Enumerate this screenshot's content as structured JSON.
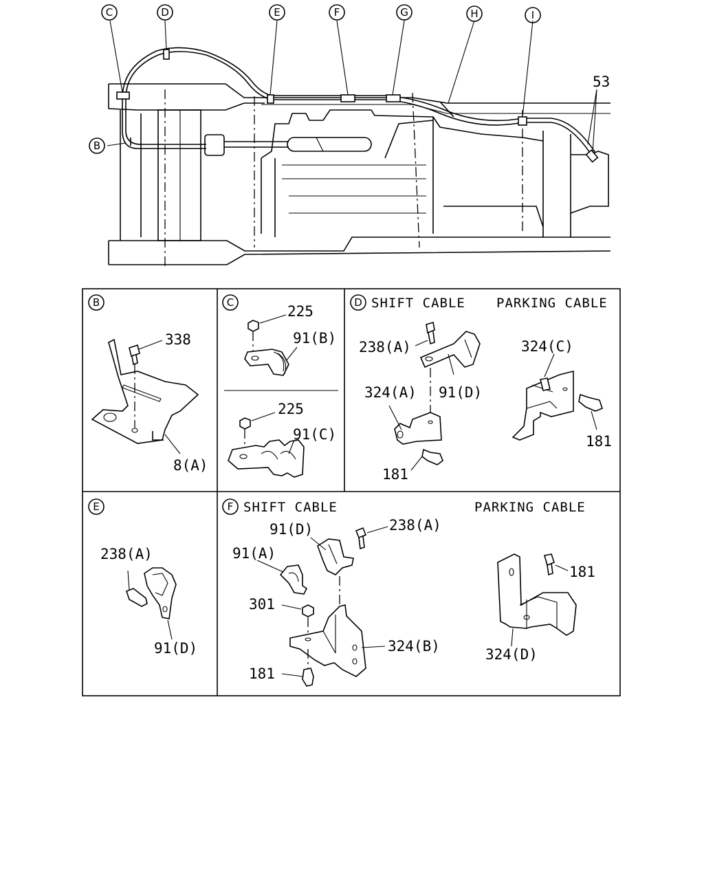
{
  "overview": {
    "callouts": [
      "C",
      "D",
      "E",
      "F",
      "G",
      "H",
      "I"
    ],
    "side_callout": "B",
    "part_53": "53"
  },
  "panels": {
    "B": {
      "letter": "B",
      "labels": {
        "bolt": "338",
        "bracket": "8(A)"
      }
    },
    "C": {
      "letter": "C",
      "labels": {
        "nut_top": "225",
        "clip_top": "91(B)",
        "nut_bottom": "225",
        "clip_bottom": "91(C)"
      }
    },
    "D": {
      "letter": "D",
      "shift_title": "SHIFT CABLE",
      "parking_title": "PARKING CABLE",
      "labels": {
        "bolt_238": "238(A)",
        "clip": "91(D)",
        "bracket_a": "324(A)",
        "bolt_181_left": "181",
        "bracket_c": "324(C)",
        "bolt_181_right": "181"
      }
    },
    "E": {
      "letter": "E",
      "labels": {
        "bolt": "238(A)",
        "clip": "91(D)"
      }
    },
    "F": {
      "letter": "F",
      "shift_title": "SHIFT CABLE",
      "parking_title": "PARKING CABLE",
      "labels": {
        "clip_d": "91(D)",
        "bolt_238": "238(A)",
        "clip_a": "91(A)",
        "nut": "301",
        "bracket_b": "324(B)",
        "bolt_181_left": "181",
        "bolt_181_right": "181",
        "bracket_d": "324(D)"
      }
    }
  }
}
